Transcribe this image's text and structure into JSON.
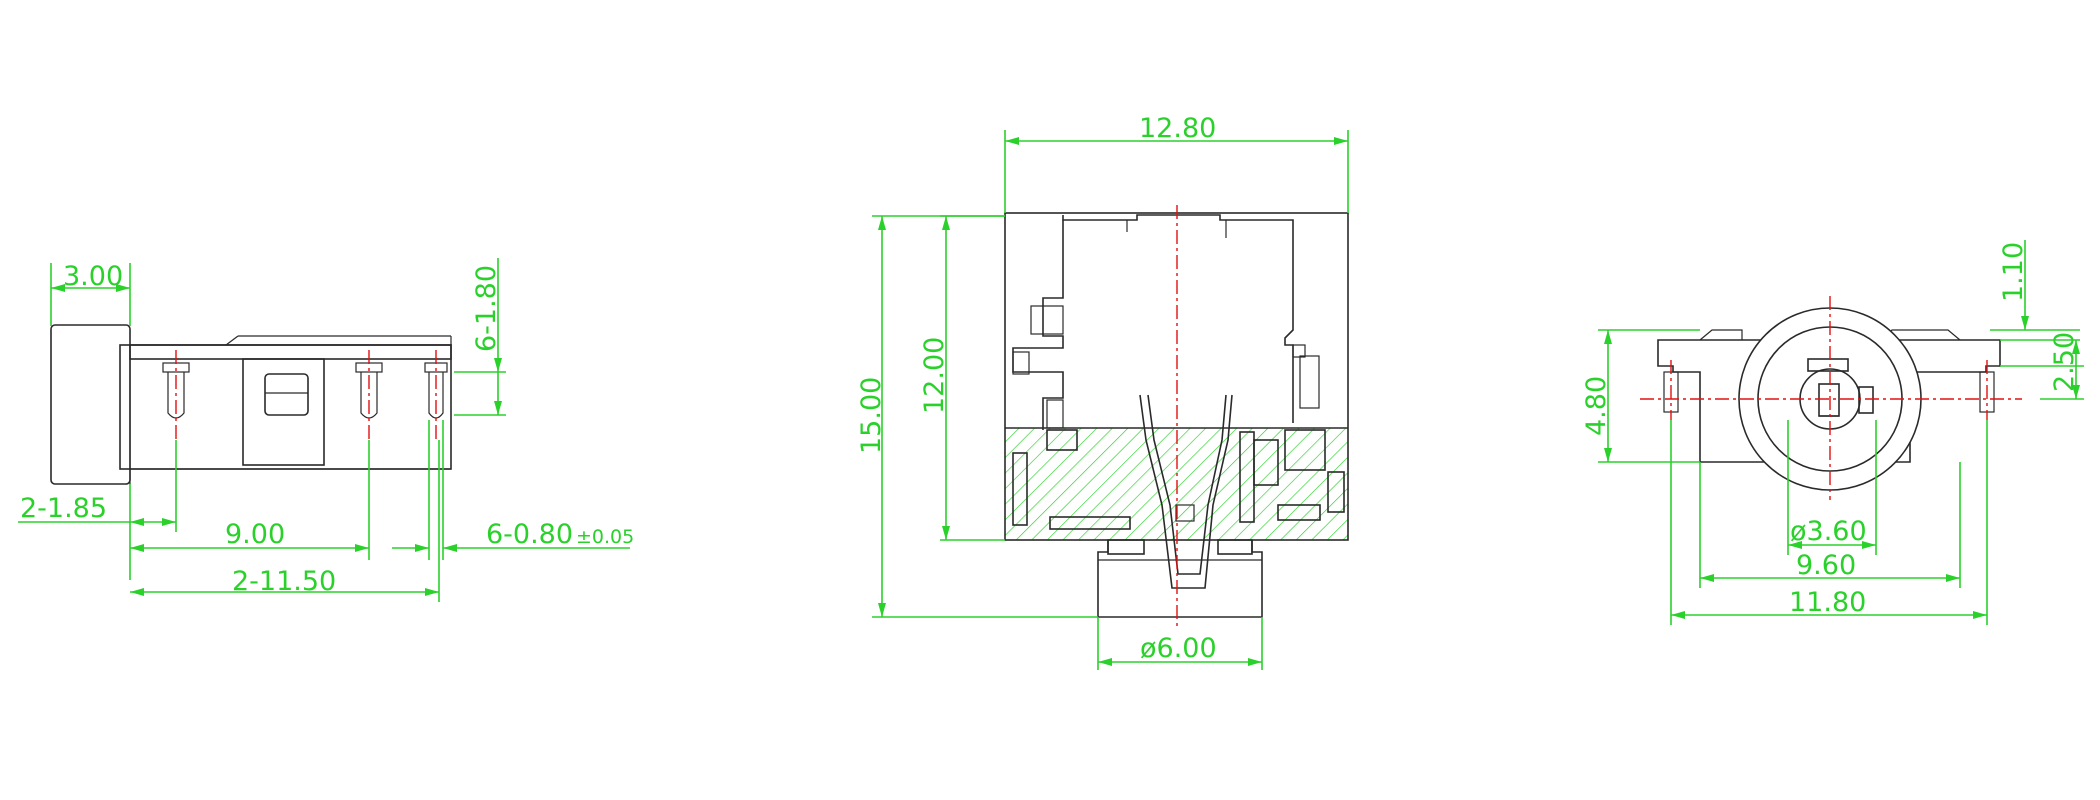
{
  "colors": {
    "outline": "#2a2a2a",
    "dimension": "#2bd12b",
    "centerline": "#e01010",
    "background": "#ffffff"
  },
  "dimensions": {
    "left_view": {
      "width_3_00": "3.00",
      "pin_height": "6-1.80",
      "offset": "2-1.85",
      "spacing_9_00": "9.00",
      "pin_width": "6-0.80",
      "pin_width_tolerance": "±0.05",
      "spacing_11_50": "2-11.50"
    },
    "front_view": {
      "width": "12.80",
      "total_height": "15.00",
      "body_height": "12.00",
      "nose_diameter": "ø6.00"
    },
    "right_view": {
      "top": "1.10",
      "pin_offset": "2.50",
      "height": "4.80",
      "bore": "ø3.60",
      "inner_width": "9.60",
      "overall_width": "11.80"
    }
  }
}
